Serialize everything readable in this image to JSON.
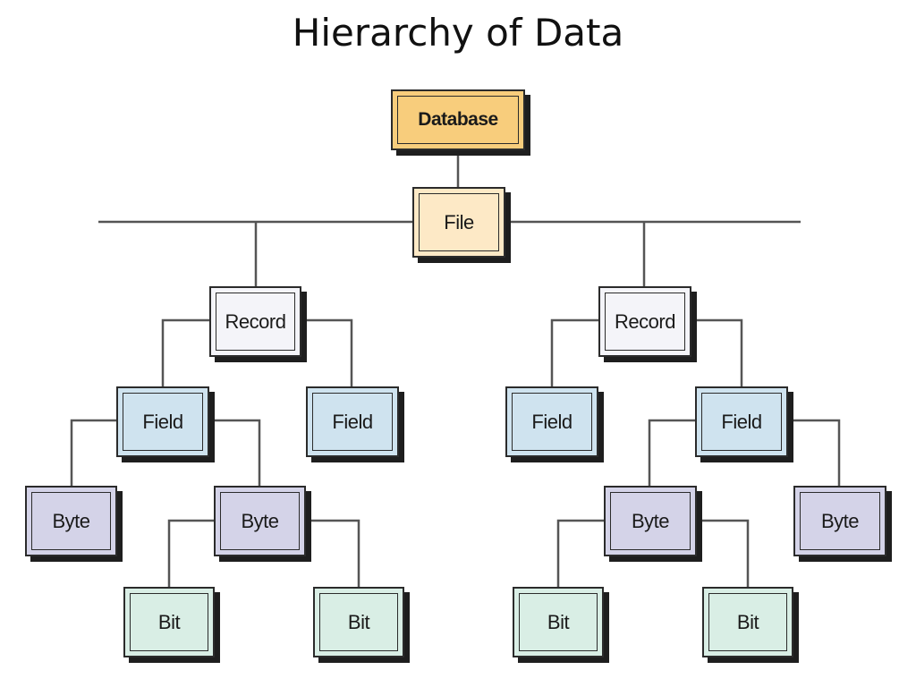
{
  "title": "Hierarchy of Data",
  "colors": {
    "database": "#f8cd7c",
    "file": "#fde9c6",
    "record": "#f4f4f9",
    "field": "#cfe3ef",
    "byte": "#d4d3e8",
    "bit": "#d9eee5",
    "line": "#555555"
  },
  "diagram": {
    "database": {
      "label": "Database"
    },
    "file": {
      "label": "File"
    },
    "records": [
      {
        "label": "Record"
      },
      {
        "label": "Record"
      }
    ],
    "fields": [
      {
        "label": "Field"
      },
      {
        "label": "Field"
      },
      {
        "label": "Field"
      },
      {
        "label": "Field"
      }
    ],
    "bytes": [
      {
        "label": "Byte"
      },
      {
        "label": "Byte"
      },
      {
        "label": "Byte"
      },
      {
        "label": "Byte"
      }
    ],
    "bits": [
      {
        "label": "Bit"
      },
      {
        "label": "Bit"
      },
      {
        "label": "Bit"
      },
      {
        "label": "Bit"
      }
    ]
  }
}
